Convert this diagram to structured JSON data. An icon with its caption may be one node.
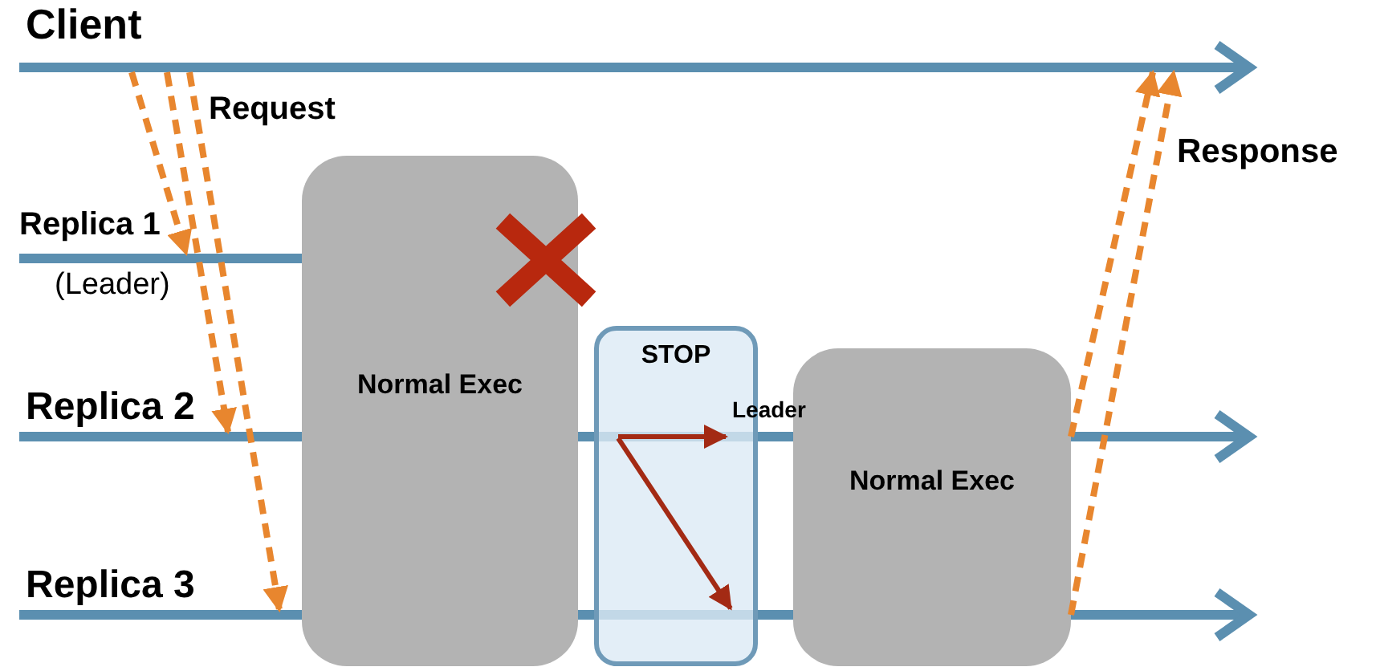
{
  "diagram": {
    "nodes": [
      {
        "text": [
          "Client"
        ]
      },
      {
        "text": [
          "Replica 1"
        ],
        "beside": [
          "(Leader)"
        ]
      },
      {
        "text": [
          "Replica 2"
        ]
      },
      {
        "text": [
          "Replica 3"
        ]
      },
      {
        "text": [
          "Normal Exec"
        ]
      },
      {
        "text": [
          "STOP"
        ]
      },
      {
        "text": [
          "Normal Exec"
        ]
      }
    ],
    "edges": [
      {
        "from": 0,
        "to": 1,
        "arrow": "to",
        "style": "dashed"
      },
      {
        "from": 0,
        "to": 2,
        "arrow": "to",
        "style": "dashed"
      },
      {
        "from": 0,
        "to": 3,
        "arrow": "to",
        "style": "dashed"
      },
      {
        "from": 6,
        "to": 0,
        "arrow": "to",
        "style": "dashed"
      },
      {
        "from": 6,
        "to": 0,
        "arrow": "to",
        "style": "dashed"
      }
    ],
    "labels": [
      "Request",
      "Response",
      "Leader"
    ]
  }
}
